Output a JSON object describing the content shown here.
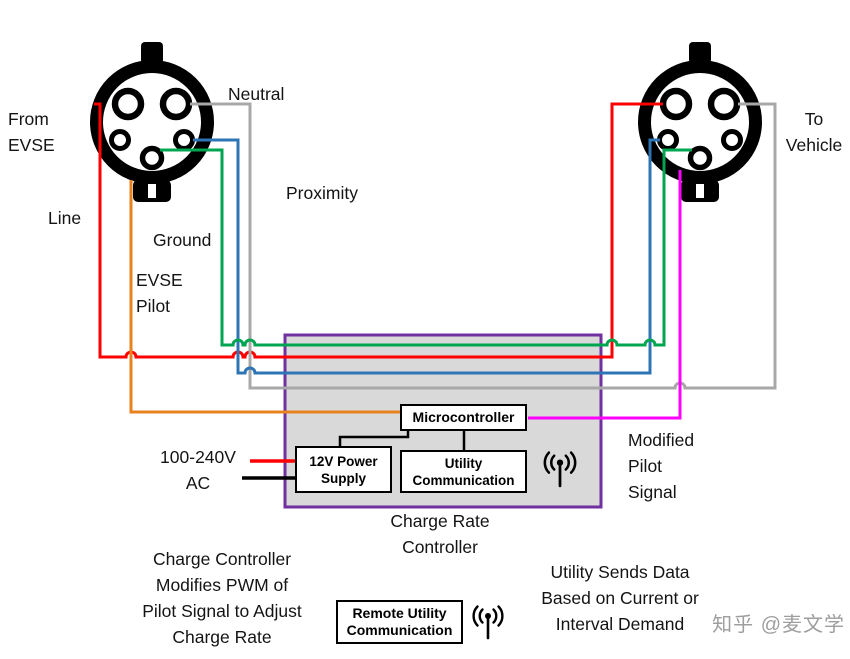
{
  "connector_labels": {
    "left": "From\nEVSE",
    "right": "To\nVehicle"
  },
  "wire_labels": {
    "neutral": "Neutral",
    "proximity": "Proximity",
    "line": "Line",
    "ground": "Ground",
    "evse_pilot": "EVSE\nPilot",
    "modified_pilot": "Modified\nPilot\nSignal",
    "ac_input": "100-240V\nAC"
  },
  "controller": {
    "title": "Charge Rate\nController",
    "microcontroller": "Microcontroller",
    "power_supply": "12V Power\nSupply",
    "utility_communication": "Utility\nCommunication"
  },
  "remote_box": "Remote Utility\nCommunication",
  "notes": {
    "left": "Charge Controller\nModifies PWM of\nPilot Signal to Adjust\nCharge Rate",
    "right": "Utility Sends Data\nBased on Current or\nInterval Demand"
  },
  "watermark": "知乎 @麦文学",
  "colors": {
    "line": "#ff0000",
    "neutral": "#a8a8a8",
    "proximity": "#2e75b6",
    "ground": "#00a550",
    "evse_pilot": "#e8821e",
    "modified_pilot": "#ff00ff",
    "ac_live": "#ff0000",
    "ac_neutral": "#000000",
    "internal_wire": "#000000",
    "controller_fill": "#d9d9d9",
    "controller_border": "#7030a0"
  },
  "icons": {
    "controller_antenna": "antenna-icon",
    "remote_antenna": "antenna-icon"
  }
}
